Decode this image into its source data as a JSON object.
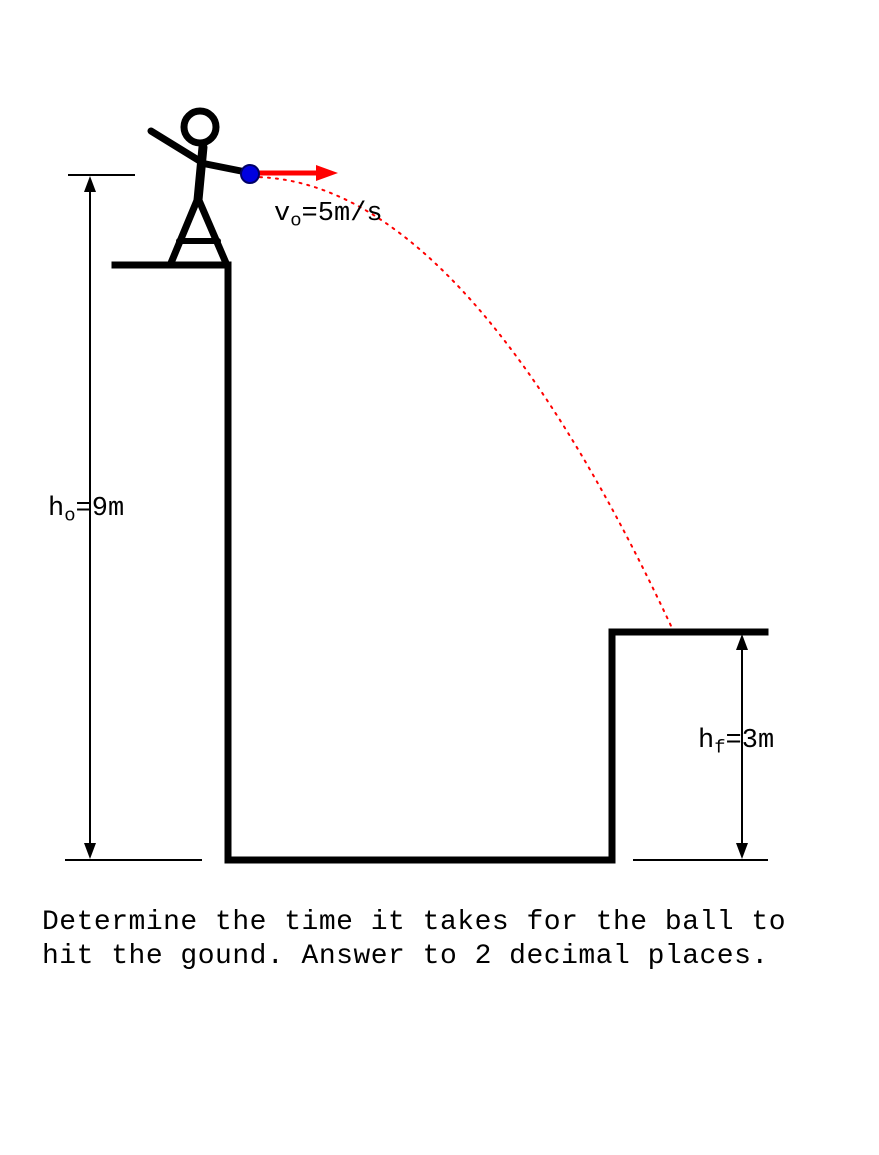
{
  "labels": {
    "velocity": {
      "base": "v",
      "sub": "o",
      "rest": "=5m/s"
    },
    "initial_height": {
      "base": "h",
      "sub": "o",
      "rest": "=9m"
    },
    "final_height": {
      "base": "h",
      "sub": "f",
      "rest": "=3m"
    }
  },
  "question": {
    "line1": "Determine the time it takes for the ball to",
    "line2": "hit the gound. Answer to 2 decimal places."
  },
  "colors": {
    "structure": "#000000",
    "measurement": "#000000",
    "trajectory": "#ff0000",
    "velocity_arrow": "#ff0000",
    "ball_fill": "#0000e0",
    "ball_stroke": "#000066"
  }
}
